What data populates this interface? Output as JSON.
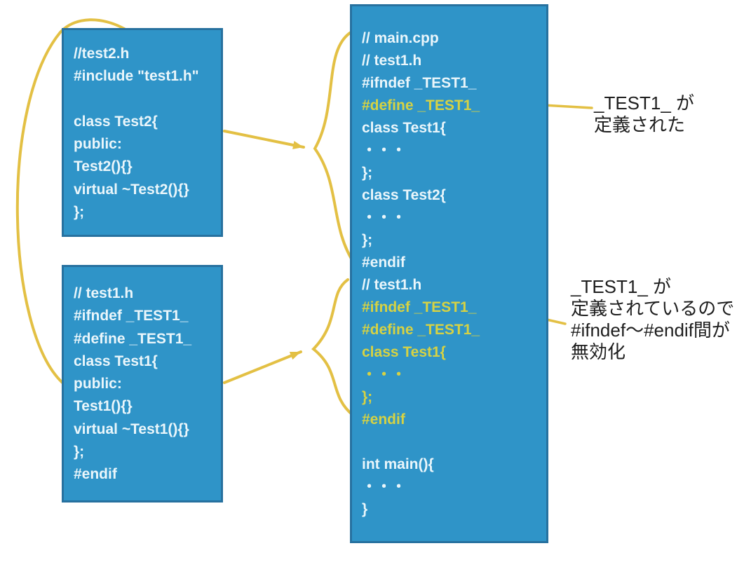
{
  "colors": {
    "background": "#ffffff",
    "box_fill": "#2f94c8",
    "box_border": "#27719f",
    "code_white": "#eaf6fb",
    "code_yellow": "#d6d243",
    "arrow": "#e3c044",
    "annotation_text": "#1e1e1e"
  },
  "boxes": {
    "test2": {
      "lines": [
        {
          "text": "//test2.h",
          "color": "white"
        },
        {
          "text": "#include \"test1.h\"",
          "color": "white"
        },
        {
          "text": "",
          "color": "white"
        },
        {
          "text": "class Test2{",
          "color": "white"
        },
        {
          "text": "public:",
          "color": "white"
        },
        {
          "text": "Test2(){}",
          "color": "white"
        },
        {
          "text": "virtual ~Test2(){}",
          "color": "white"
        },
        {
          "text": "};",
          "color": "white"
        }
      ]
    },
    "test1": {
      "lines": [
        {
          "text": "// test1.h",
          "color": "white"
        },
        {
          "text": "#ifndef _TEST1_",
          "color": "white"
        },
        {
          "text": "#define _TEST1_",
          "color": "white"
        },
        {
          "text": "class Test1{",
          "color": "white"
        },
        {
          "text": "public:",
          "color": "white"
        },
        {
          "text": "Test1(){}",
          "color": "white"
        },
        {
          "text": "virtual ~Test1(){}",
          "color": "white"
        },
        {
          "text": "};",
          "color": "white"
        },
        {
          "text": "#endif",
          "color": "white"
        }
      ]
    },
    "main": {
      "lines": [
        {
          "text": "// main.cpp",
          "color": "white"
        },
        {
          "text": "// test1.h",
          "color": "white"
        },
        {
          "text": "#ifndef _TEST1_",
          "color": "white"
        },
        {
          "text": "#define _TEST1_",
          "color": "yellow"
        },
        {
          "text": "class Test1{",
          "color": "white"
        },
        {
          "text": "・・・",
          "color": "white"
        },
        {
          "text": "};",
          "color": "white"
        },
        {
          "text": "class Test2{",
          "color": "white"
        },
        {
          "text": "・・・",
          "color": "white"
        },
        {
          "text": "};",
          "color": "white"
        },
        {
          "text": "#endif",
          "color": "white"
        },
        {
          "text": "// test1.h",
          "color": "white"
        },
        {
          "text": "#ifndef _TEST1_",
          "color": "yellow"
        },
        {
          "text": "#define _TEST1_",
          "color": "yellow"
        },
        {
          "text": "class Test1{",
          "color": "yellow"
        },
        {
          "text": "・・・",
          "color": "yellow"
        },
        {
          "text": "};",
          "color": "yellow"
        },
        {
          "text": "#endif",
          "color": "yellow"
        },
        {
          "text": "",
          "color": "white"
        },
        {
          "text": "int main(){",
          "color": "white"
        },
        {
          "text": "・・・",
          "color": "white"
        },
        {
          "text": "}",
          "color": "white"
        }
      ]
    }
  },
  "annotations": {
    "defined": {
      "lines": [
        "_TEST1_ が",
        "定義された"
      ]
    },
    "disabled": {
      "lines": [
        "_TEST1_ が",
        "定義されているので",
        "#ifndef〜#endif間が",
        "無効化"
      ]
    }
  }
}
